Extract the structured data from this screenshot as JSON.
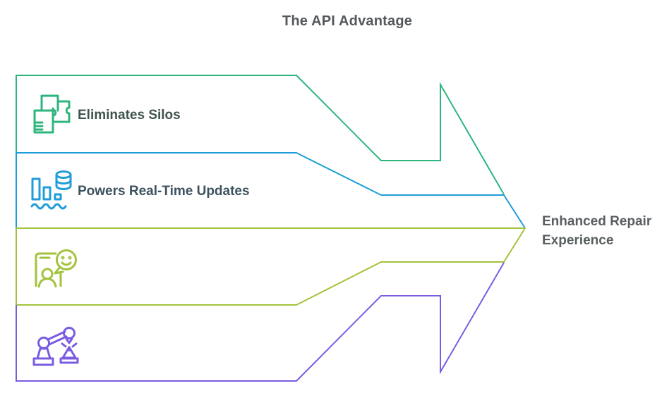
{
  "title": "The API Advantage",
  "palette": {
    "band1": "#2eb57e",
    "band2": "#1f9cd9",
    "band3": "#a2c33c",
    "band4": "#7b5ce1",
    "title-text": "#54585b",
    "band1-label": "#3f544c",
    "band2-label": "#3c5260",
    "result-label": "#595e61"
  },
  "bands": [
    {
      "label": "Eliminates Silos",
      "icon": "puzzle-silos-icon",
      "color": "#2eb57e"
    },
    {
      "label": "Powers Real-Time Updates",
      "icon": "data-chart-icon",
      "color": "#1f9cd9"
    },
    {
      "label": "",
      "icon": "customer-chat-icon",
      "color": "#a2c33c"
    },
    {
      "label": "",
      "icon": "robot-arm-icon",
      "color": "#7b5ce1"
    }
  ],
  "result": {
    "label": "Enhanced Repair Experience"
  }
}
